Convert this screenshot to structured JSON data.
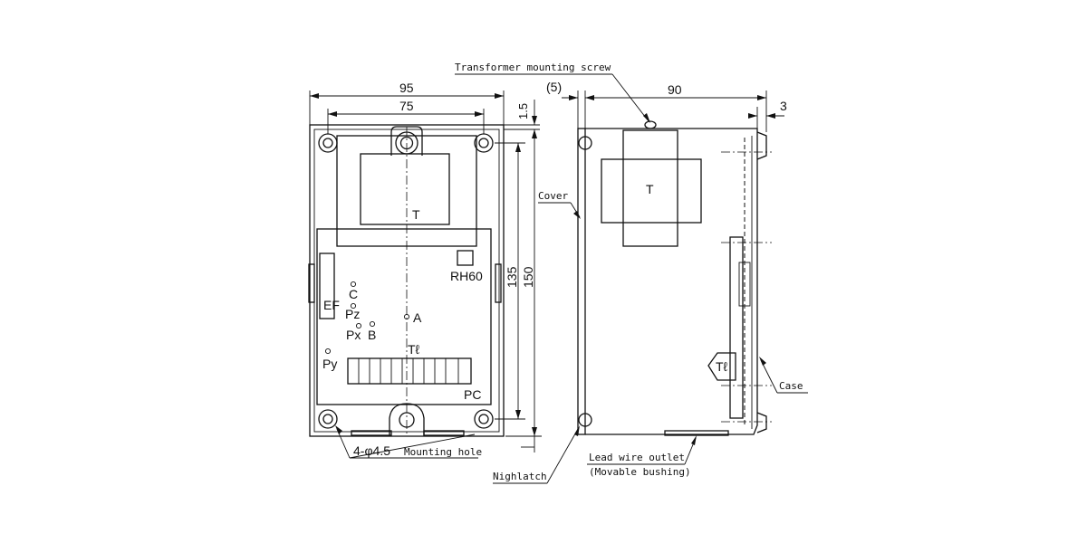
{
  "front_view": {
    "dim_width_outer": "95",
    "dim_width_inner": "75",
    "dim_top_offset": "1.5",
    "dim_height_inner": "135",
    "dim_height_outer": "150",
    "label_transformer": "T",
    "label_relay": "RH60",
    "label_ef": "EF",
    "label_c": "C",
    "label_pz": "Pz",
    "label_px": "Px",
    "label_b": "B",
    "label_a": "A",
    "label_py": "Py",
    "label_terminal": "Tℓ",
    "label_pc": "PC",
    "mounting_hole_spec": "4-φ4.5",
    "mounting_hole_label": "Mounting hole"
  },
  "side_view": {
    "dim_offset": "(5)",
    "dim_depth": "90",
    "dim_case_lip": "3",
    "label_transformer": "T",
    "label_terminal": "Tℓ",
    "callout_transformer_screw": "Transformer mounting screw",
    "callout_cover": "Cover",
    "callout_case": "Case",
    "callout_nighlatch": "Nighlatch",
    "callout_lead_wire": "Lead wire outlet",
    "callout_bushing": "(Movable bushing)"
  }
}
